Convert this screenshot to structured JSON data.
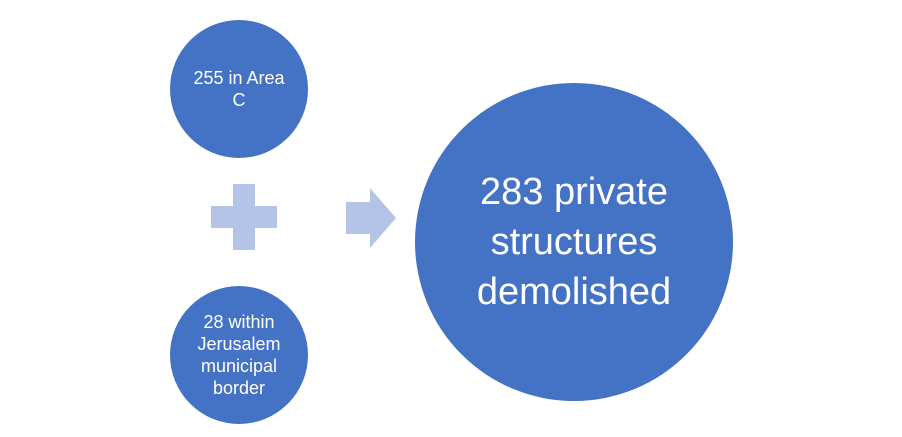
{
  "diagram": {
    "top_circle": {
      "text": "255 in Area\nC"
    },
    "bottom_circle": {
      "text": "28 within\nJerusalem\nmunicipal\nborder"
    },
    "main_circle": {
      "text": "283 private\nstructures\ndemolished"
    },
    "operator_icons": [
      "plus-icon",
      "arrow-right-icon"
    ],
    "colors": {
      "circle_fill": "#4472c4",
      "circle_text": "#ffffff",
      "operator_fill": "#b4c4e6"
    }
  }
}
